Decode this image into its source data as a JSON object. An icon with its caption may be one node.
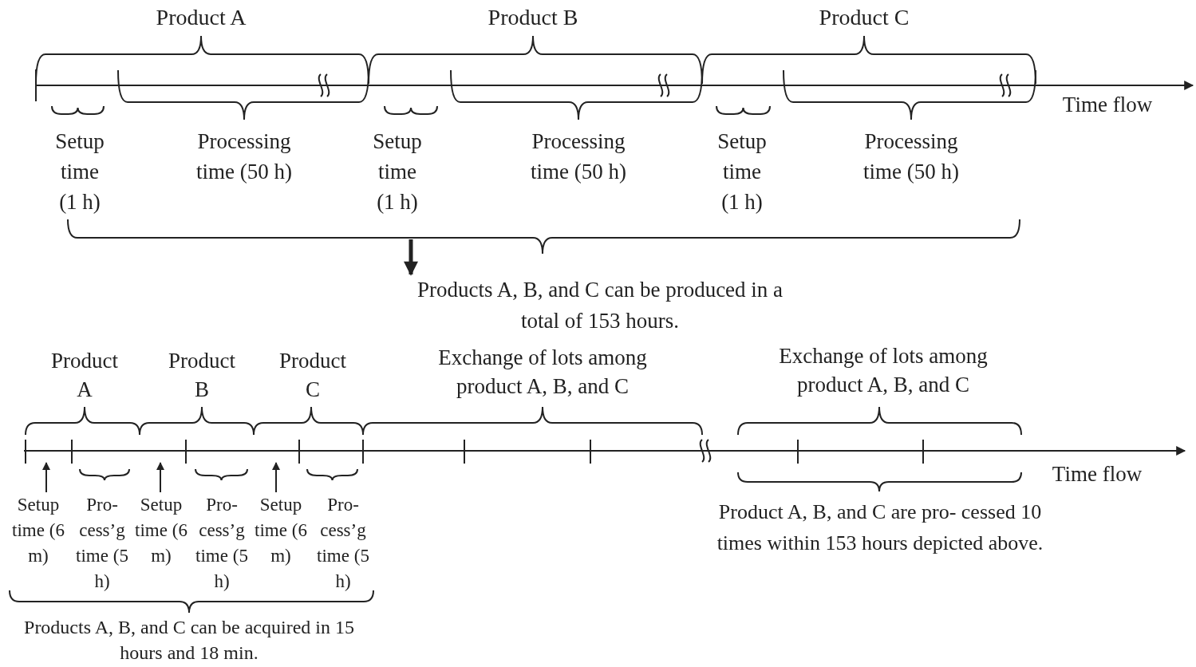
{
  "diagram": {
    "nodes": [
      {
        "text": [
          "Products A, B, and C can be produced in a total of 153 hours."
        ]
      },
      {
        "text": [
          "Setup time (6 m)"
        ]
      },
      {
        "text": [
          "Setup time (6 m)"
        ]
      },
      {
        "text": [
          "Setup time (6 m)"
        ]
      }
    ],
    "edges": [
      {
        "from": null,
        "to": 0,
        "arrow": "to",
        "style": "thick"
      },
      {
        "from": 1,
        "to": null,
        "arrow": "to"
      },
      {
        "from": 2,
        "to": null,
        "arrow": "to"
      },
      {
        "from": 3,
        "to": null,
        "arrow": "to"
      }
    ],
    "labels": [
      "Product A",
      "Product B",
      "Product C",
      "Time flow",
      "Setup time (1 h)",
      "Processing time (50 h)",
      "Setup time (1 h)",
      "Processing time (50 h)",
      "Setup time (1 h)",
      "Processing time (50 h)",
      "Product A",
      "Product B",
      "Product C",
      "Exchange of lots among product A, B, and C",
      "Exchange of lots among product A, B, and C",
      "Time flow",
      "Pro- cess’g time (5 h)",
      "Pro- cess’g time (5 h)",
      "Pro- cess’g time (5 h)",
      "Product A, B, and C are pro- cessed 10 times within 153 hours depicted above.",
      "Products A, B, and C can be acquired in 15 hours and 18 min."
    ]
  }
}
